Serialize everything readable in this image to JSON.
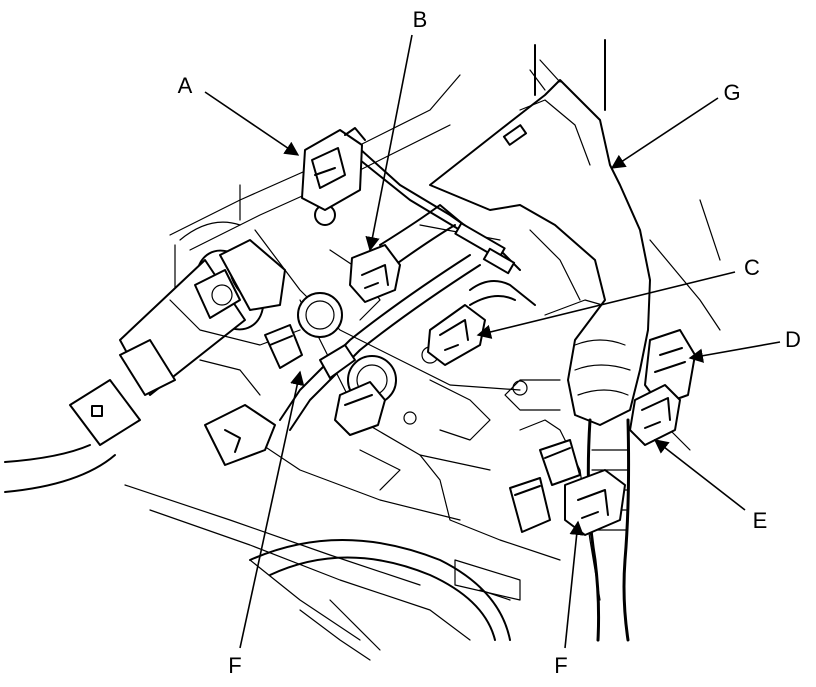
{
  "callouts": {
    "a": "A",
    "b": "B",
    "c": "C",
    "d": "D",
    "e": "E",
    "f_left": "F",
    "f_right": "F",
    "g": "G"
  }
}
